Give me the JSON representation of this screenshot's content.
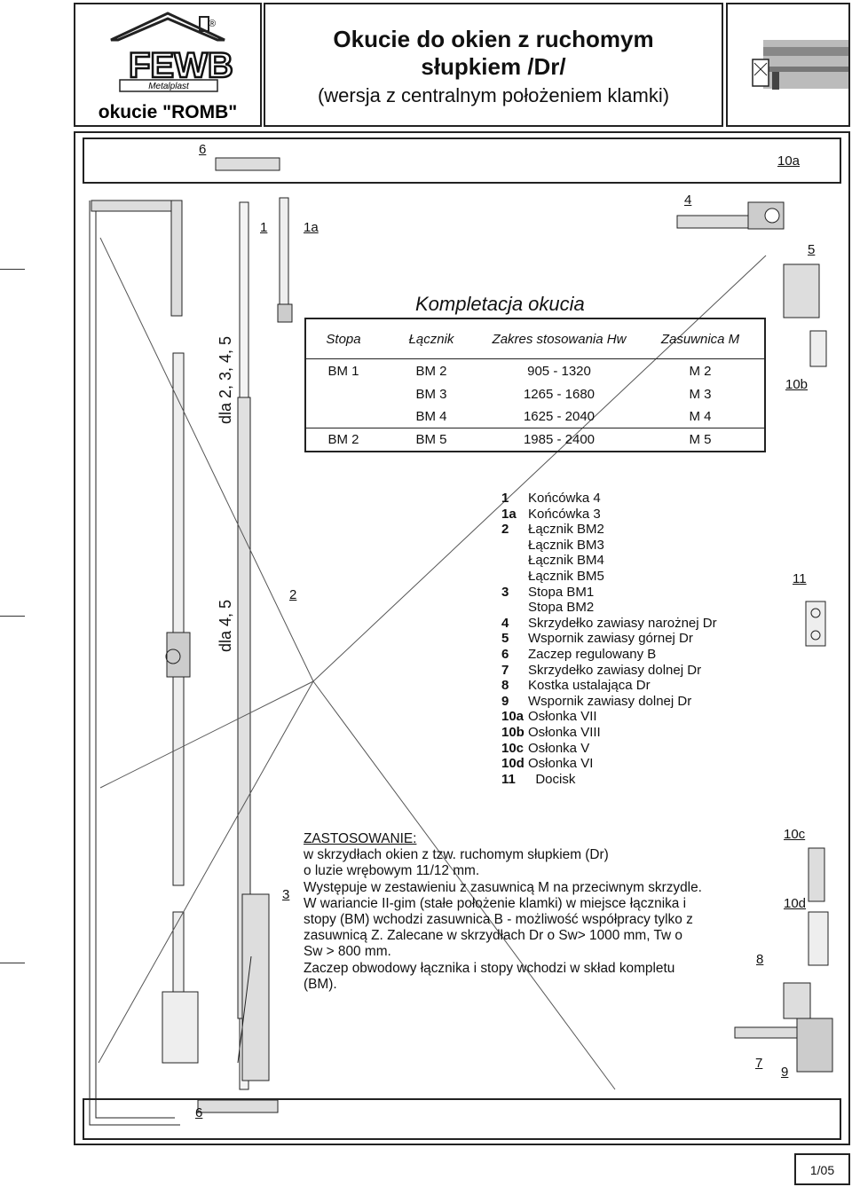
{
  "header": {
    "logo_text": "FEWB",
    "logo_subtext": "Metalplast",
    "logo_caption": "okucie \"ROMB\"",
    "title_line1": "Okucie do okien z ruchomym",
    "title_line2": "słupkiem /Dr/",
    "subtitle": "(wersja z centralnym położeniem klamki)"
  },
  "labels": {
    "l6_top": "6",
    "l10a": "10a",
    "l1": "1",
    "l1a": "1a",
    "l4": "4",
    "l5": "5",
    "l10b": "10b",
    "l2": "2",
    "l11": "11",
    "l3": "3",
    "l10c": "10c",
    "l10d": "10d",
    "l8": "8",
    "l7": "7",
    "l9": "9",
    "l6_bottom": "6",
    "dla_top": "dla 2, 3, 4, 5",
    "dla_bottom": "dla 4, 5"
  },
  "table": {
    "title": "Kompletacja okucia",
    "headers": [
      "Stopa",
      "Łącznik",
      "Zakres stosowania Hw",
      "Zasuwnica M"
    ],
    "rows": [
      [
        "BM 1",
        "BM 2",
        "905 - 1320",
        "M 2"
      ],
      [
        "",
        "BM 3",
        "1265 - 1680",
        "M 3"
      ],
      [
        "",
        "BM 4",
        "1625 - 2040",
        "M 4"
      ],
      [
        "BM 2",
        "BM 5",
        "1985 - 2400",
        "M 5"
      ]
    ]
  },
  "legend": [
    {
      "no": "1",
      "text": "Końcówka 4"
    },
    {
      "no": "1a",
      "text": "Końcówka 3"
    },
    {
      "no": "2",
      "text": "Łącznik BM2"
    },
    {
      "no": "",
      "text": "Łącznik BM3"
    },
    {
      "no": "",
      "text": "Łącznik BM4"
    },
    {
      "no": "",
      "text": "Łącznik BM5"
    },
    {
      "no": "3",
      "text": "Stopa BM1"
    },
    {
      "no": "",
      "text": "Stopa BM2"
    },
    {
      "no": "4",
      "text": "Skrzydełko zawiasy narożnej Dr"
    },
    {
      "no": "5",
      "text": "Wspornik zawiasy górnej Dr"
    },
    {
      "no": "6",
      "text": "Zaczep regulowany B"
    },
    {
      "no": "7",
      "text": "Skrzydełko zawiasy dolnej Dr"
    },
    {
      "no": "8",
      "text": "Kostka ustalająca Dr"
    },
    {
      "no": "9",
      "text": "Wspornik zawiasy dolnej Dr"
    },
    {
      "no": "10a",
      "text": "Osłonka VII"
    },
    {
      "no": "10b",
      "text": "Osłonka VIII"
    },
    {
      "no": "10c",
      "text": "Osłonka V"
    },
    {
      "no": "10d",
      "text": "Osłonka VI"
    },
    {
      "no": "11",
      "text": "  Docisk"
    }
  ],
  "zastosowanie": {
    "heading": "ZASTOSOWANIE:",
    "lines": [
      "w skrzydłach okien z tzw. ruchomym słupkiem (Dr)",
      "o luzie wrębowym 11/12 mm.",
      "Występuje w zestawieniu z zasuwnicą M na przeciwnym skrzydle.",
      "W wariancie II-gim (stałe położenie klamki) w miejsce łącznika i",
      "stopy (BM) wchodzi zasuwnica B - możliwość współpracy tylko z",
      "zasuwnicą Z. Zalecane w skrzydłach Dr o Sw> 1000 mm, Tw o",
      "Sw > 800 mm.",
      "Zaczep obwodowy łącznika i stopy wchodzi w skład kompletu",
      "(BM)."
    ]
  },
  "page_number": "1/05"
}
